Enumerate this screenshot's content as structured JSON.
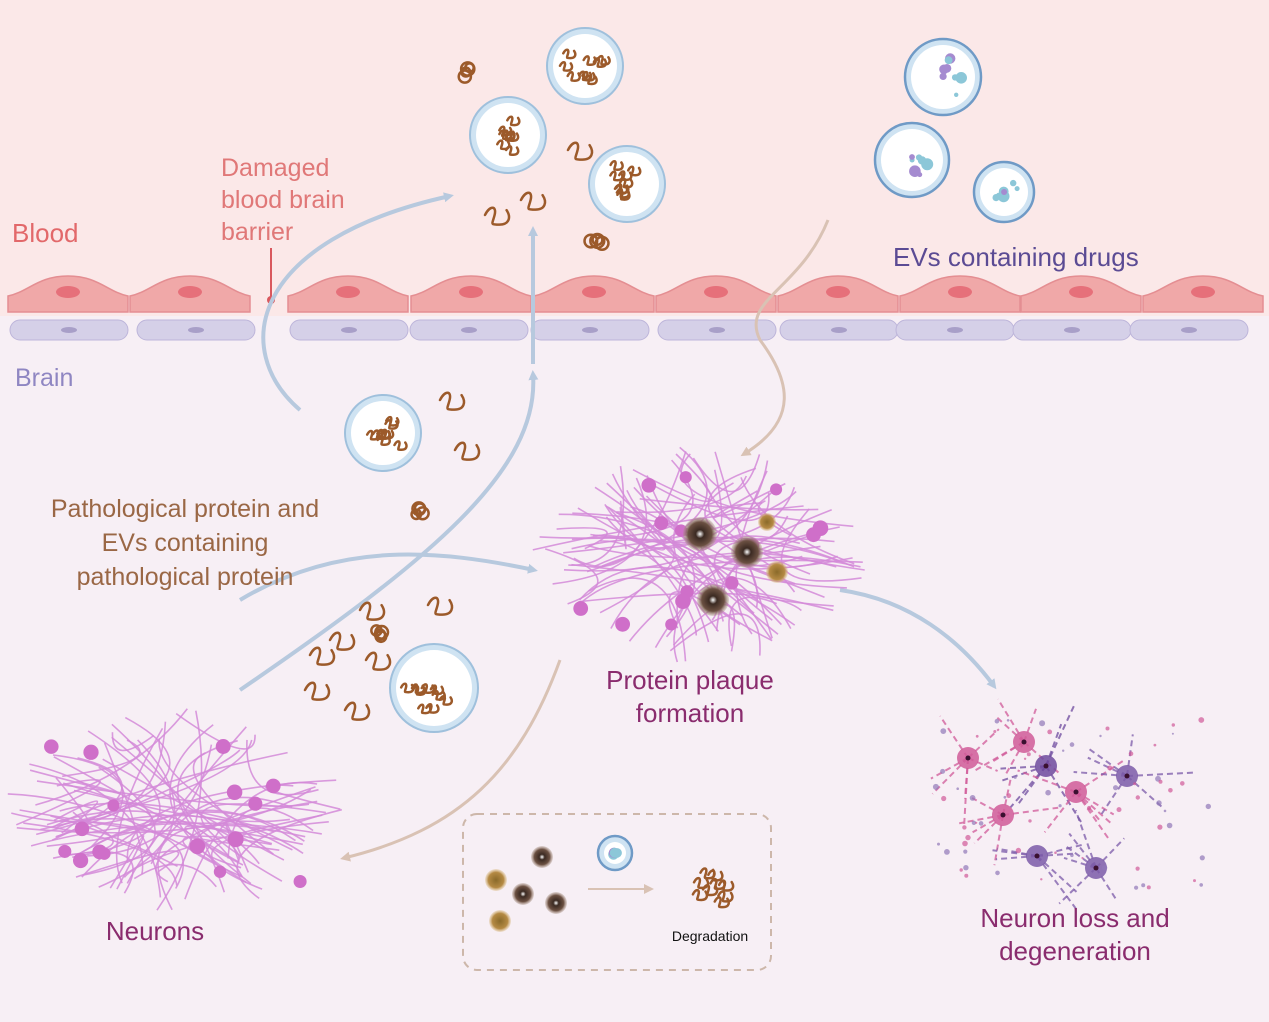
{
  "labels": {
    "blood": "Blood",
    "brain": "Brain",
    "damaged_line1": "Damaged",
    "damaged_line2": "blood brain",
    "damaged_line3": "barrier",
    "evs_drugs": "EVs containing  drugs",
    "patho_line1": "Pathological protein and",
    "patho_line2": "EVs containing",
    "patho_line3": "pathological protein",
    "plaque_line1": "Protein plaque",
    "plaque_line2": "formation",
    "neurons": "Neurons",
    "loss_line1": "Neuron loss and",
    "loss_line2": "degeneration",
    "degradation": "Degradation"
  },
  "colors": {
    "blood_zone": "#fbe8e8",
    "brain_zone": "#f7eff5",
    "endothelial_cell": "#f0a8a8",
    "endothelial_nucleus": "#e6707a",
    "glial_cell": "#d5d0e8",
    "glial_nucleus": "#a89fc8",
    "protein": "#9c5a2a",
    "ev_membrane": "#cfe3f2",
    "drug_particle": "#a58bd0",
    "neuron": "#d48ad8",
    "arrow_blue": "#b7c9de",
    "arrow_tan": "#d9c2b4"
  }
}
